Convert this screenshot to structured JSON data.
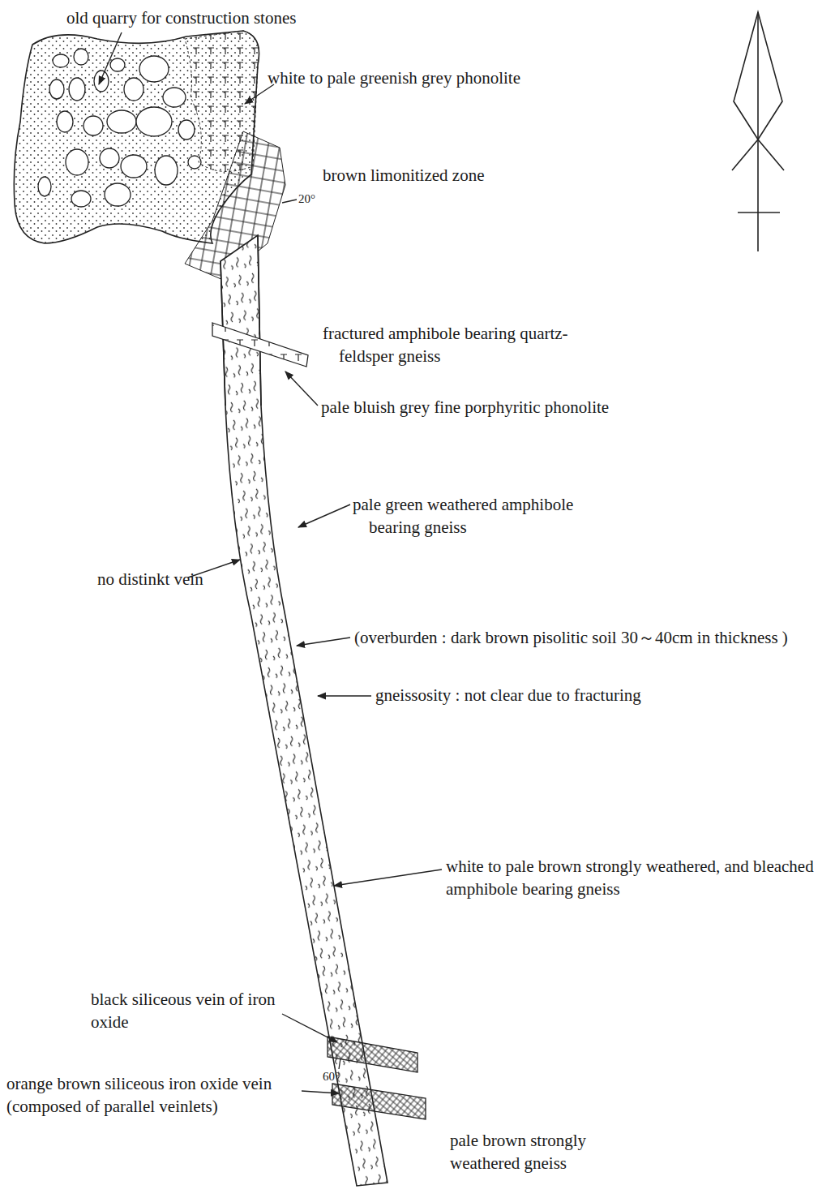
{
  "diagram": {
    "labels": [
      "old quarry for construction stones",
      "white to pale greenish grey phonolite",
      "brown limonitized zone",
      "20°",
      "fractured amphibole bearing quartz-feldsper gneiss",
      "pale bluish grey fine porphyritic phonolite",
      "pale green weathered amphibole bearing gneiss",
      "no distinkt vein",
      "(overburden : dark brown pisolitic soil 30～40cm in thickness )",
      "gneissosity : not clear due to fracturing",
      "white to pale brown strongly weathered, and bleached amphibole bearing gneiss",
      "black siliceous vein of iron oxide",
      "60°",
      "orange brown siliceous iron oxide vein (composed of parallel veinlets)",
      "pale brown strongly weathered gneiss"
    ]
  }
}
